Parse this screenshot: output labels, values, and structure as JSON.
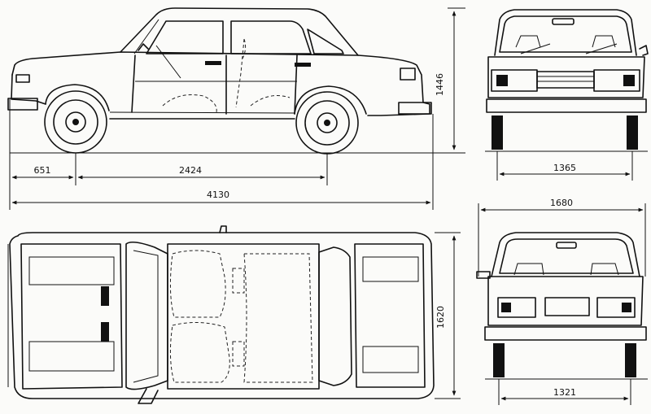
{
  "dimensions": {
    "front_overhang": "651",
    "wheelbase": "2424",
    "overall_length": "4130",
    "height": "1446",
    "front_track": "1365",
    "overall_width": "1680",
    "width": "1620",
    "rear_track": "1321"
  }
}
